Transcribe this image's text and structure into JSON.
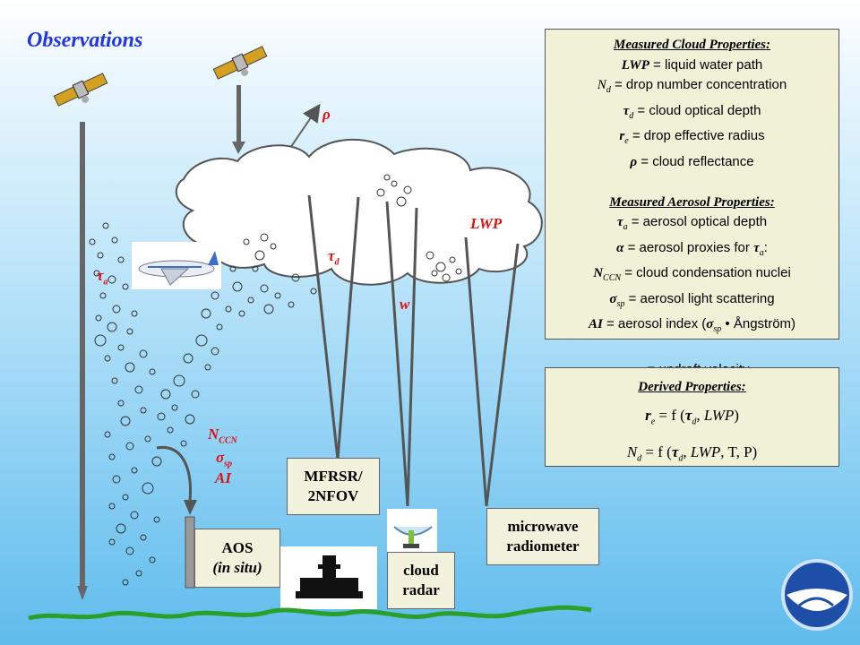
{
  "title": "Observations",
  "measured_cloud": {
    "header": "Measured Cloud Properties:",
    "lwp": {
      "sym": "LWP",
      "def": " = liquid water path"
    },
    "nd": {
      "sym": "N",
      "sub": "d",
      "def": " = drop number concentration"
    },
    "td": {
      "sym": "τ",
      "sub": "d",
      "def": " = cloud optical depth"
    },
    "re": {
      "sym": "r",
      "sub": "e",
      "def": " = drop effective radius"
    },
    "rho": {
      "sym": "ρ",
      "def": " = cloud reflectance"
    }
  },
  "measured_aerosol": {
    "header": "Measured Aerosol Properties:",
    "ta": {
      "sym": "τ",
      "sub": "a",
      "def": " = aerosol optical depth"
    },
    "alpha": {
      "sym": "α",
      "def": " = aerosol proxies for ",
      "sym2": "τ",
      "sub2": "a",
      "tail": ":"
    },
    "nccn": {
      "sym": "N",
      "sub": "CCN",
      "def": " = cloud condensation nuclei"
    },
    "ssp": {
      "sym": "σ",
      "sub": "sp",
      "def": " = aerosol light scattering"
    },
    "ai": {
      "sym": "AI",
      "def": " = aerosol index (",
      "sym2": "σ",
      "sub2": "sp",
      "tail": " • Ångström)"
    },
    "w": {
      "sym": "w",
      "def": " = updraft velocity"
    }
  },
  "derived": {
    "header": "Derived Properties:",
    "re": {
      "sym": "r",
      "sub": "e",
      "eq": " = f (",
      "t": "τ",
      "tsub": "d",
      "rest": ", ",
      "lwp": "LWP",
      "end": ")"
    },
    "nd": {
      "sym": "N",
      "sub": "d",
      "eq": " = f (",
      "t": "τ",
      "tsub": "d",
      "rest": ", ",
      "lwp": "LWP",
      "end": ", T, P)"
    }
  },
  "labels": {
    "rho": "ρ",
    "tau_a": "τ",
    "tau_a_sub": "a",
    "tau_d": "τ",
    "tau_d_sub": "d",
    "w": "w",
    "lwp": "LWP",
    "nccn": "N",
    "nccn_sub": "CCN",
    "ssp": "σ",
    "ssp_sub": "sp",
    "ai": "AI"
  },
  "instruments": {
    "mfrsr": [
      "MFRSR/",
      "2NFOV"
    ],
    "aos": [
      "AOS",
      "(in situ)"
    ],
    "cloud_radar": [
      "cloud",
      "radar"
    ],
    "mwr": [
      "microwave",
      "radiometer"
    ]
  },
  "logo": "NOAA",
  "colors": {
    "accent_title": "#1f36e8",
    "label_red": "#e01010",
    "ground": "#2aa02a",
    "box_bg": "#f1f1d8"
  }
}
